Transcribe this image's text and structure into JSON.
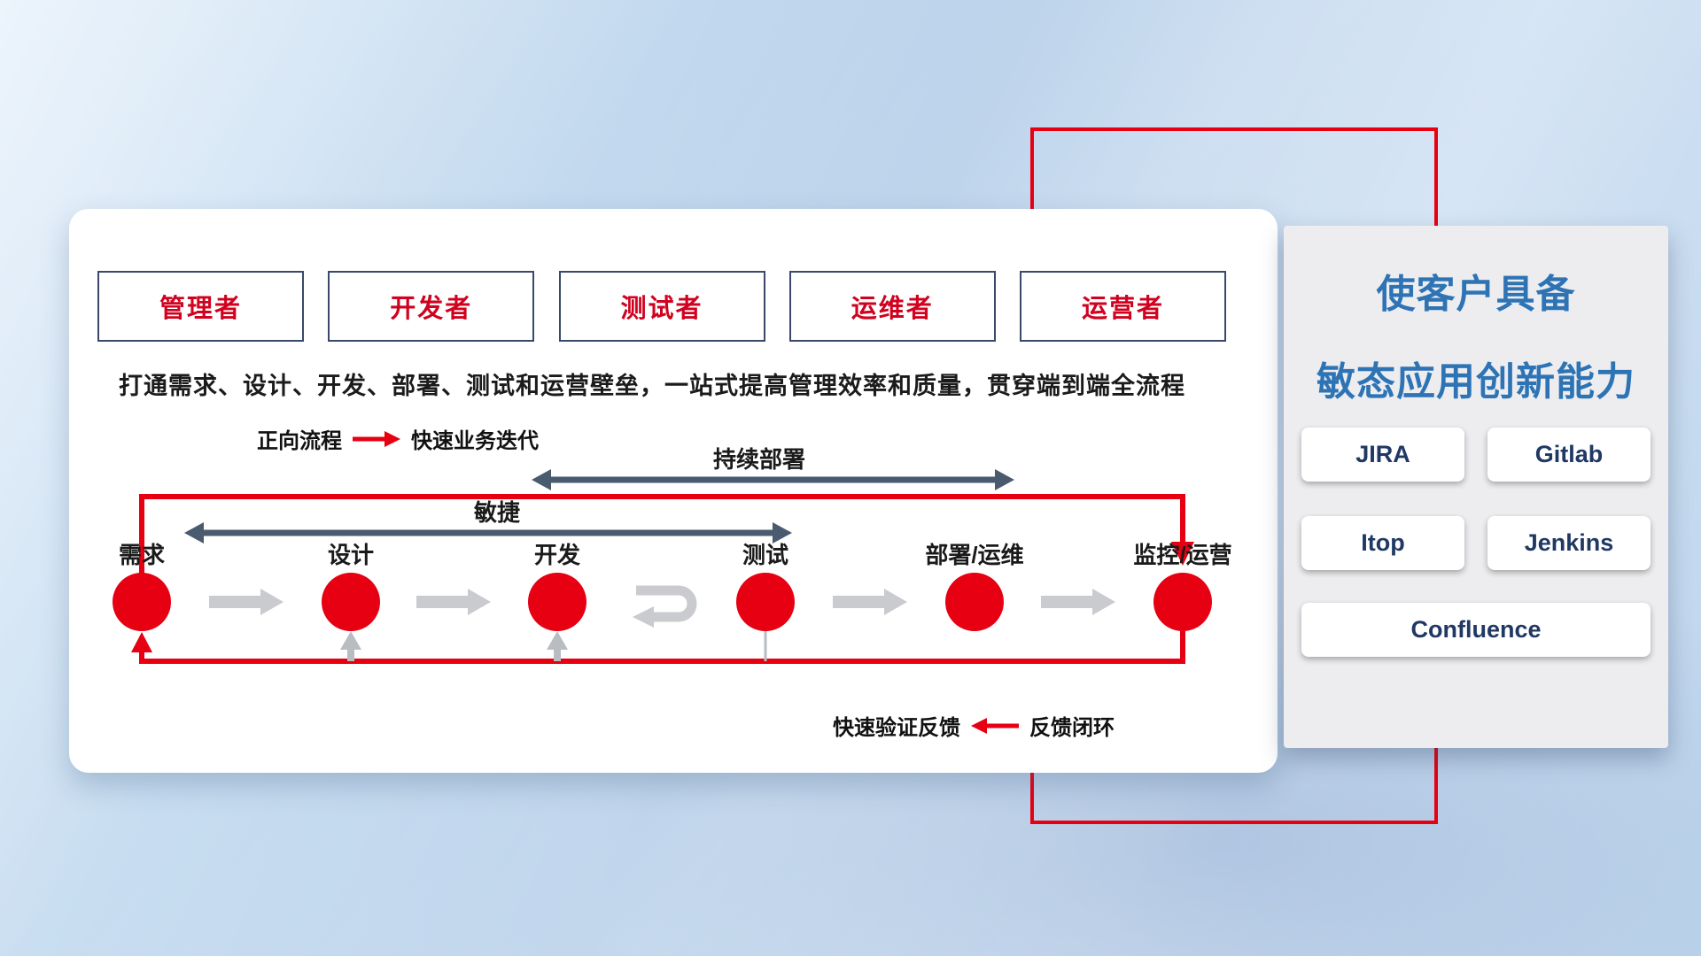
{
  "roles": [
    "管理者",
    "开发者",
    "测试者",
    "运维者",
    "运营者"
  ],
  "description": "打通需求、设计、开发、部署、测试和运营壁垒，一站式提高管理效率和质量，贯穿端到端全流程",
  "forward_legend": {
    "label": "正向流程",
    "value": "快速业务迭代"
  },
  "feedback_legend": {
    "label": "快速验证反馈",
    "value": "反馈闭环"
  },
  "flow_arrows": {
    "continuous_deployment": "持续部署",
    "agile": "敏捷"
  },
  "stages": [
    "需求",
    "设计",
    "开发",
    "测试",
    "部署/运维",
    "监控/运营"
  ],
  "right_panel": {
    "title_line1": "使客户具备",
    "title_line2": "敏态应用创新能力",
    "tools": [
      "JIRA",
      "Gitlab",
      "Itop",
      "Jenkins",
      "Confluence"
    ]
  },
  "colors": {
    "red": "#e60012",
    "role_text_red": "#d0021f",
    "title_blue": "#2e74b5",
    "tool_navy": "#1f3864",
    "slate_arrow": "#4a5a6f",
    "gray_arrow": "#c9cbce"
  }
}
